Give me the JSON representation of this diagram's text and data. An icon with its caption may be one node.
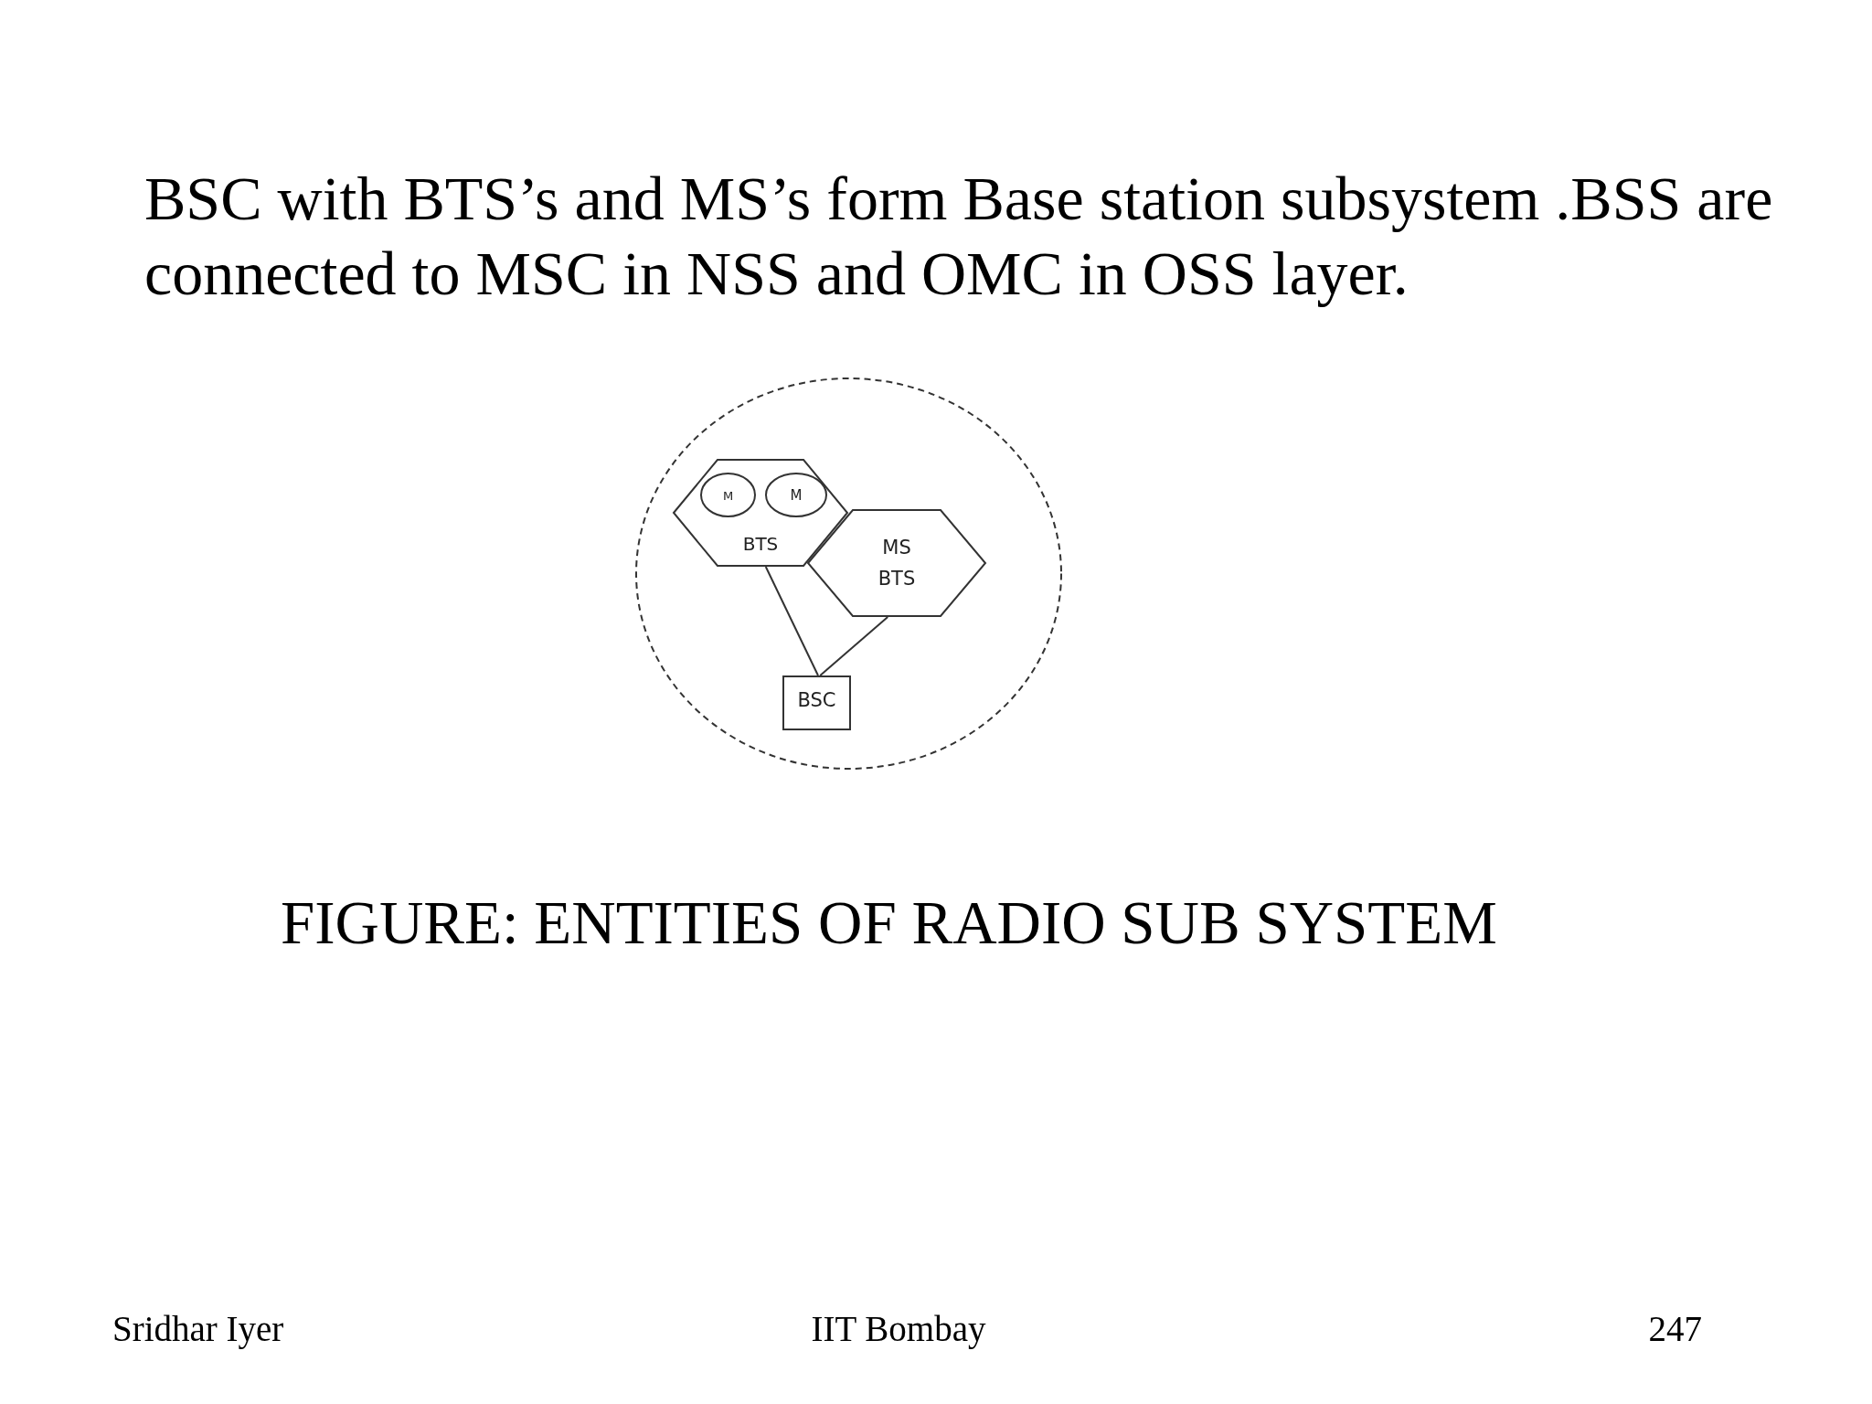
{
  "diagram": {
    "title": "BSC with BTS’s and MS’s form Base station subsystem .BSS are connected to MSC in NSS and OMC in OSS layer.",
    "caption": "FIGURE: ENTITIES OF RADIO SUB SYSTEM",
    "nodes": [
      {
        "text": [],
        "shape": "circle"
      },
      {
        "text": [
          "BTS"
        ],
        "in": 0
      },
      {
        "text": [
          "M"
        ],
        "in": 1
      },
      {
        "text": [
          "M"
        ],
        "in": 1
      },
      {
        "text": [
          "MS",
          "BTS"
        ],
        "in": 0
      },
      {
        "text": [
          "BSC"
        ],
        "in": 0
      }
    ],
    "edges": [
      {
        "from": 1,
        "to": 5,
        "arrow": "none"
      },
      {
        "from": 4,
        "to": 5,
        "arrow": "none"
      }
    ],
    "labels": [
      "Sridhar Iyer",
      "IIT Bombay",
      "247"
    ]
  }
}
